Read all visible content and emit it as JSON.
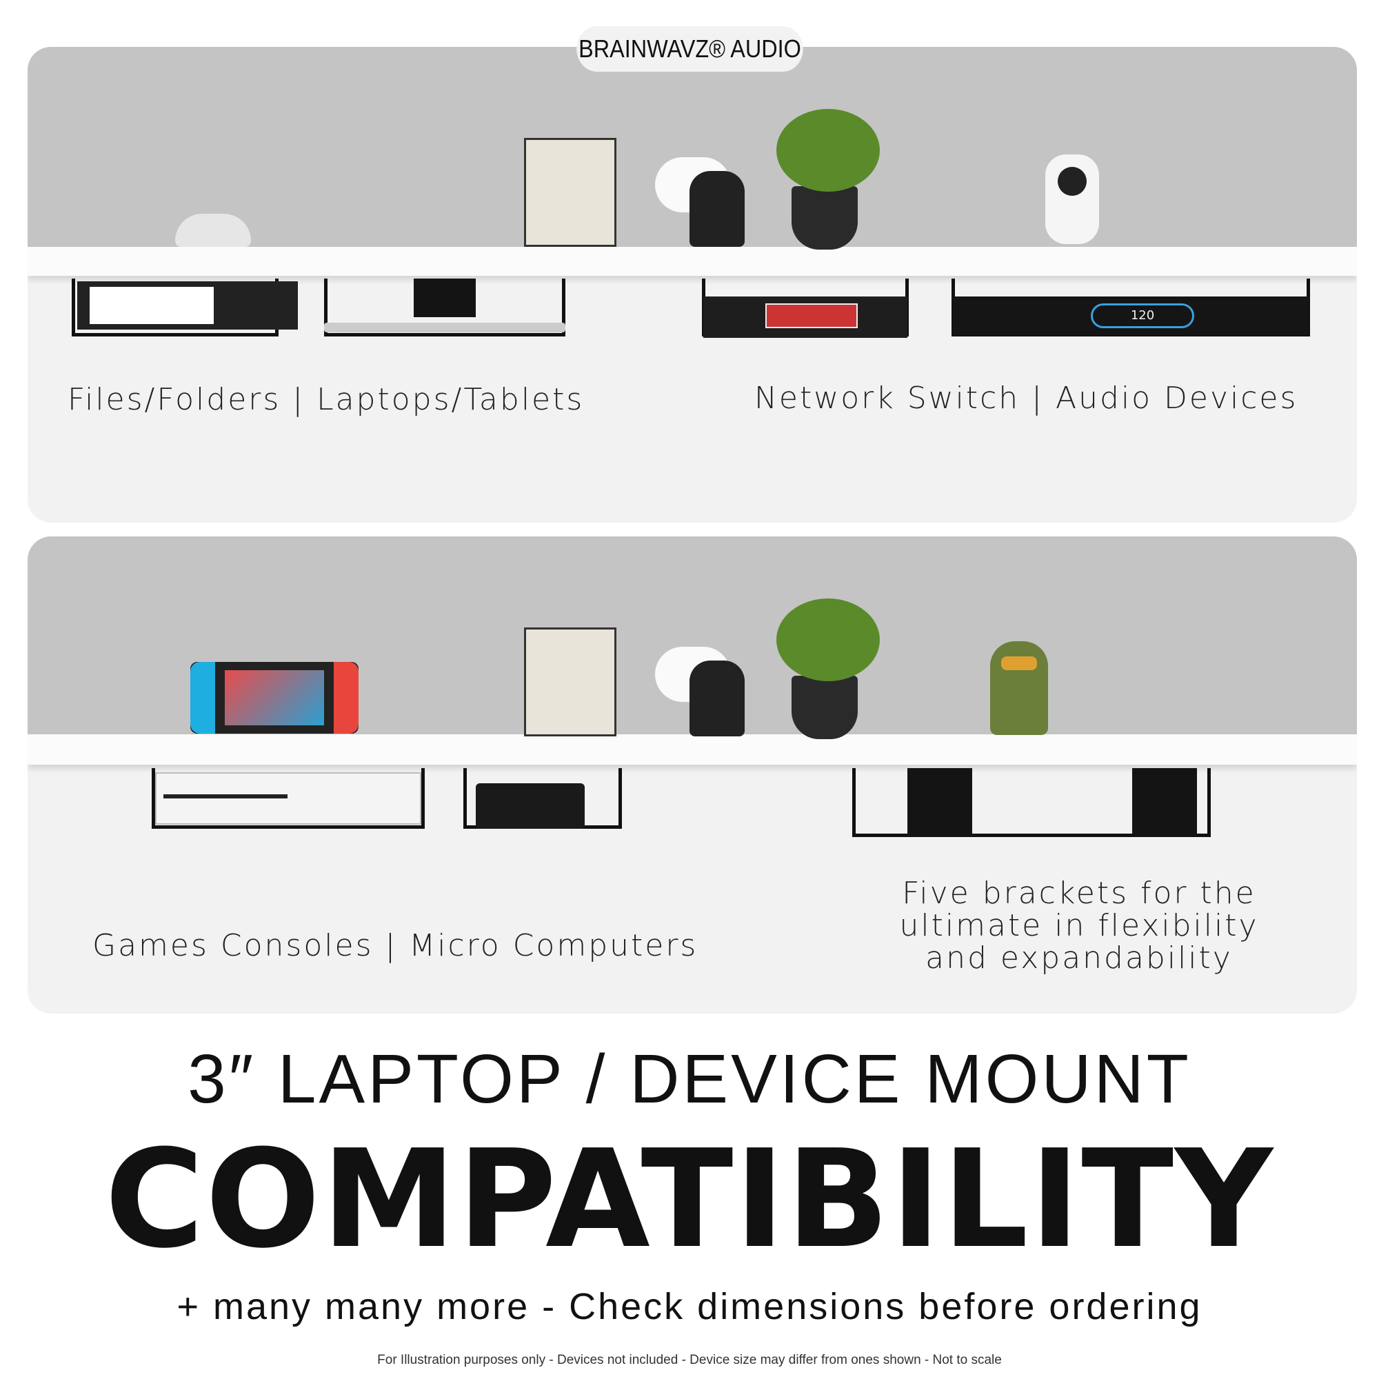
{
  "brand": {
    "logo_text": "BRAINWAVZ® AUDIO"
  },
  "panels": [
    {
      "labels": [
        "Files/Folders | Laptops/Tablets",
        "Network Switch | Audio Devices"
      ]
    },
    {
      "labels": [
        "Games Consoles | Micro Computers"
      ],
      "note_lines": [
        "Five brackets for the",
        "ultimate in flexibility",
        "and expandability"
      ]
    }
  ],
  "devices": {
    "audio_display": "120"
  },
  "headline": {
    "line1": "3″ LAPTOP /  DEVICE MOUNT",
    "line2": "COMPATIBILITY"
  },
  "subline": "+ many many more - Check dimensions before ordering",
  "disclaimer": "For Illustration purposes only - Devices not included - Device size may differ from ones shown - Not to scale",
  "colors": {
    "wall": "#c4c4c4",
    "panel": "#f2f2f2",
    "text": "#111111"
  }
}
